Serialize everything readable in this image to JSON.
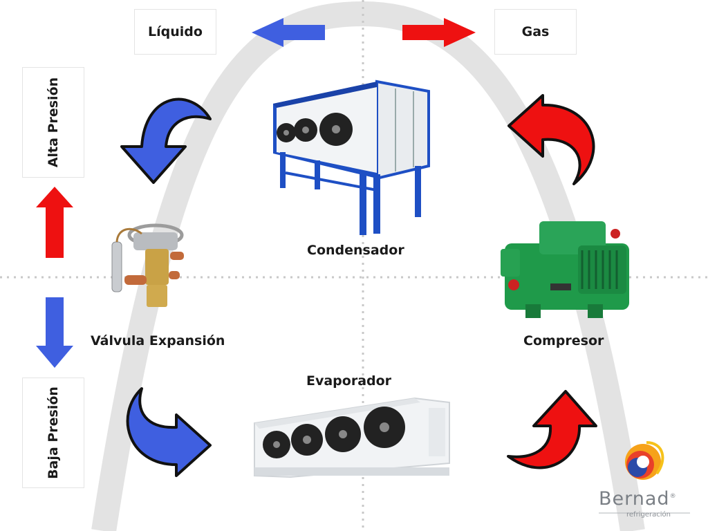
{
  "labels": {
    "liquido": "Líquido",
    "gas": "Gas",
    "alta_presion": "Alta Presión",
    "baja_presion": "Baja Presión",
    "condensador": "Condensador",
    "valvula": "Válvula Expansión",
    "compresor": "Compresor",
    "evaporador": "Evaporador"
  },
  "logo": {
    "name": "Bernad",
    "sub": "refrigeración",
    "registered": "®"
  },
  "colors": {
    "blue": "#3f5fe0",
    "red": "#ee1111",
    "arc": "#e3e3e3",
    "condenser": "#1e4fc4",
    "compressor": "#1f9a4a"
  }
}
